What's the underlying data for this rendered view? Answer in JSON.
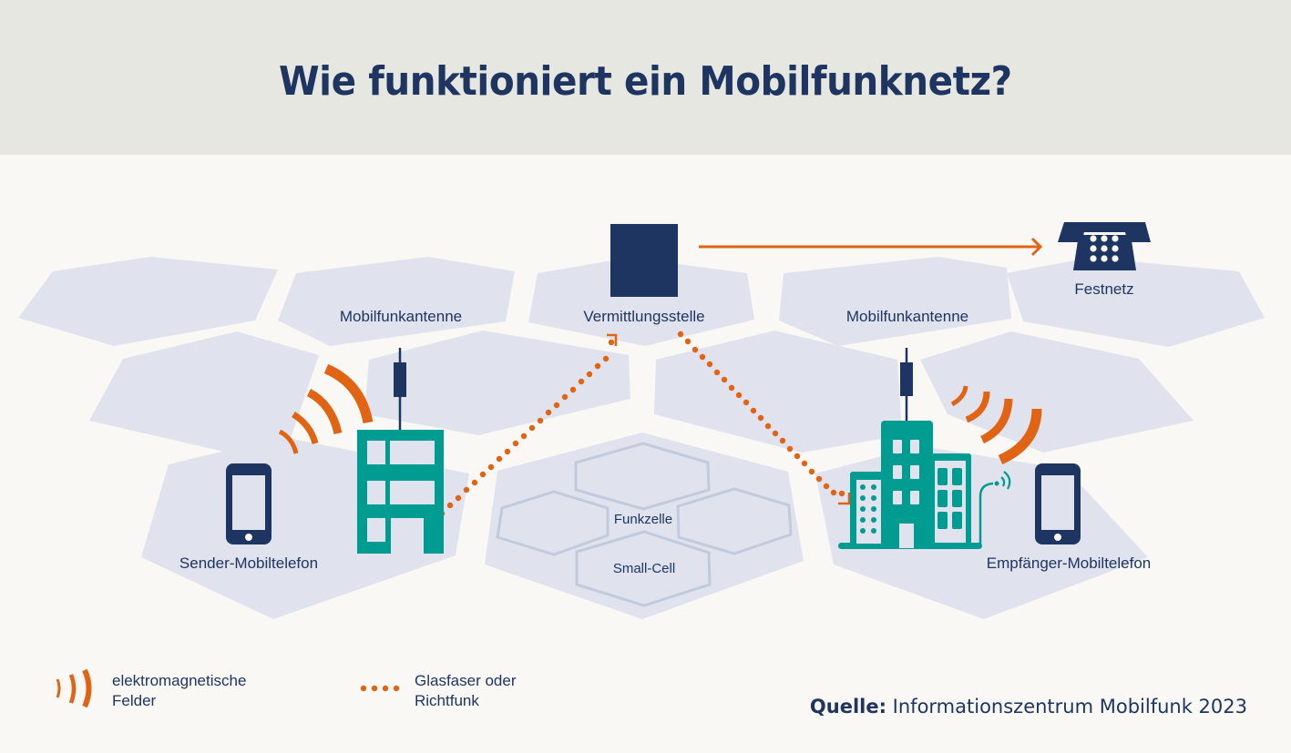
{
  "header": {
    "title": "Wie funktioniert ein Mobilfunknetz?"
  },
  "diagram": {
    "nodes": {
      "antenna_left": {
        "label": "Mobilfunkantenne",
        "icon": "antenna-building-icon"
      },
      "switching_center": {
        "label": "Vermittlungsstelle",
        "icon": "switching-center-square-icon"
      },
      "antenna_right": {
        "label": "Mobilfunkantenne",
        "icon": "antenna-city-buildings-icon"
      },
      "landline": {
        "label": "Festnetz",
        "icon": "telephone-icon"
      },
      "sender_phone": {
        "label": "Sender-Mobiltelefon",
        "icon": "smartphone-icon"
      },
      "receiver_phone": {
        "label": "Empfänger-Mobiltelefon",
        "icon": "smartphone-icon"
      },
      "radio_cell": {
        "label": "Funkzelle"
      },
      "small_cell": {
        "label": "Small-Cell"
      }
    },
    "connections": [
      {
        "from": "switching_center",
        "to": "landline",
        "style": "solid-arrow"
      },
      {
        "from": "antenna_left",
        "to": "switching_center",
        "style": "dotted-arrow"
      },
      {
        "from": "switching_center",
        "to": "antenna_right",
        "style": "dotted-arrow"
      },
      {
        "from": "sender_phone",
        "to": "antenna_left",
        "style": "em-waves"
      },
      {
        "from": "antenna_right",
        "to": "receiver_phone",
        "style": "em-waves"
      }
    ]
  },
  "legend": {
    "items": [
      {
        "icon": "em-waves-icon",
        "text": "elektromagnetische\nFelder"
      },
      {
        "icon": "dotted-line-icon",
        "text": "Glasfaser oder\nRichtfunk"
      }
    ]
  },
  "source": {
    "key": "Quelle:",
    "value": " Informationszentrum Mobilfunk 2023"
  },
  "colors": {
    "navy": "#1f3561",
    "orange": "#e06414",
    "teal": "#009b91",
    "cell_fill": "#e0e2ee",
    "cell_outline": "#c2cbdc",
    "header_bg": "#e7e7e1",
    "background": "#f9f8f5"
  }
}
